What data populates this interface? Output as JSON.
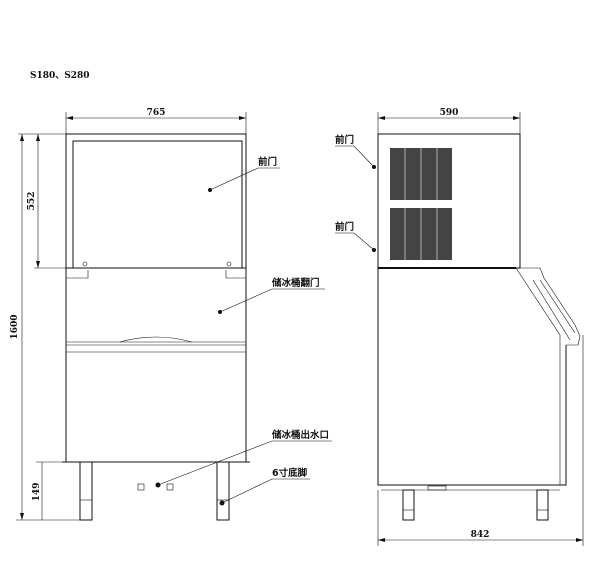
{
  "title": "S180、S280",
  "front_view": {
    "dim_width": "765",
    "dim_height_total": "1600",
    "dim_height_top": "552",
    "dim_height_feet": "149",
    "labels": {
      "front_door": "前门",
      "bin_door": "储冰桶翻门",
      "bin_drain": "储冰桶出水口",
      "feet": "6寸底脚"
    }
  },
  "side_view": {
    "dim_width_top": "590",
    "dim_depth": "842",
    "labels": {
      "front_door_1": "前门",
      "front_door_2": "前门"
    }
  }
}
